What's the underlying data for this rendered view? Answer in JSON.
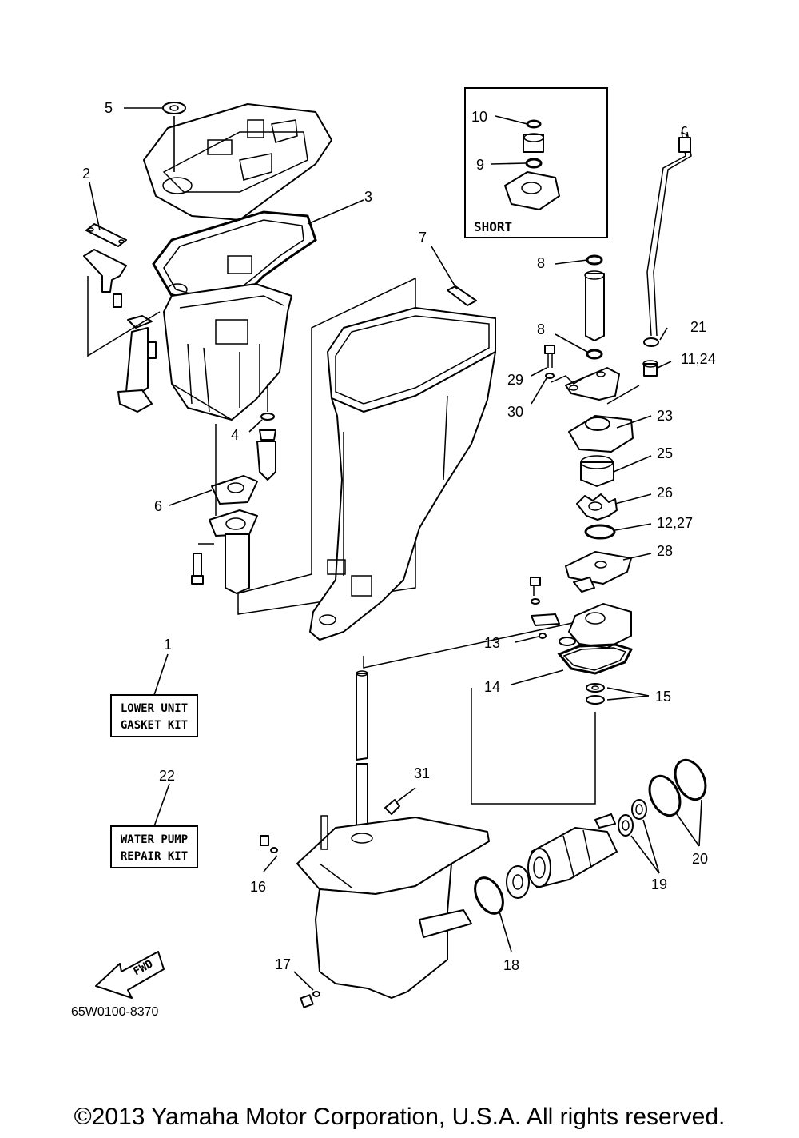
{
  "callouts": {
    "c1": "1",
    "c2": "2",
    "c3": "3",
    "c4": "4",
    "c5": "5",
    "c6": "6",
    "c7": "7",
    "c8a": "8",
    "c8b": "8",
    "c9": "9",
    "c10": "10",
    "c11_24": "11,24",
    "c12_27": "12,27",
    "c13": "13",
    "c14": "14",
    "c15": "15",
    "c16": "16",
    "c17": "17",
    "c18": "18",
    "c19": "19",
    "c20": "20",
    "c21": "21",
    "c22": "22",
    "c23": "23",
    "c25": "25",
    "c26": "26",
    "c28": "28",
    "c29": "29",
    "c30": "30",
    "c31": "31"
  },
  "inset_label": "SHORT",
  "kit_boxes": {
    "gasket_kit": [
      "LOWER UNIT",
      "GASKET KIT"
    ],
    "pump_kit": [
      "WATER PUMP",
      "REPAIR KIT"
    ]
  },
  "fwd_label": "FWD",
  "drawing_code": "65W0100-8370",
  "copyright": "©2013 Yamaha Motor Corporation, U.S.A. All rights reserved."
}
